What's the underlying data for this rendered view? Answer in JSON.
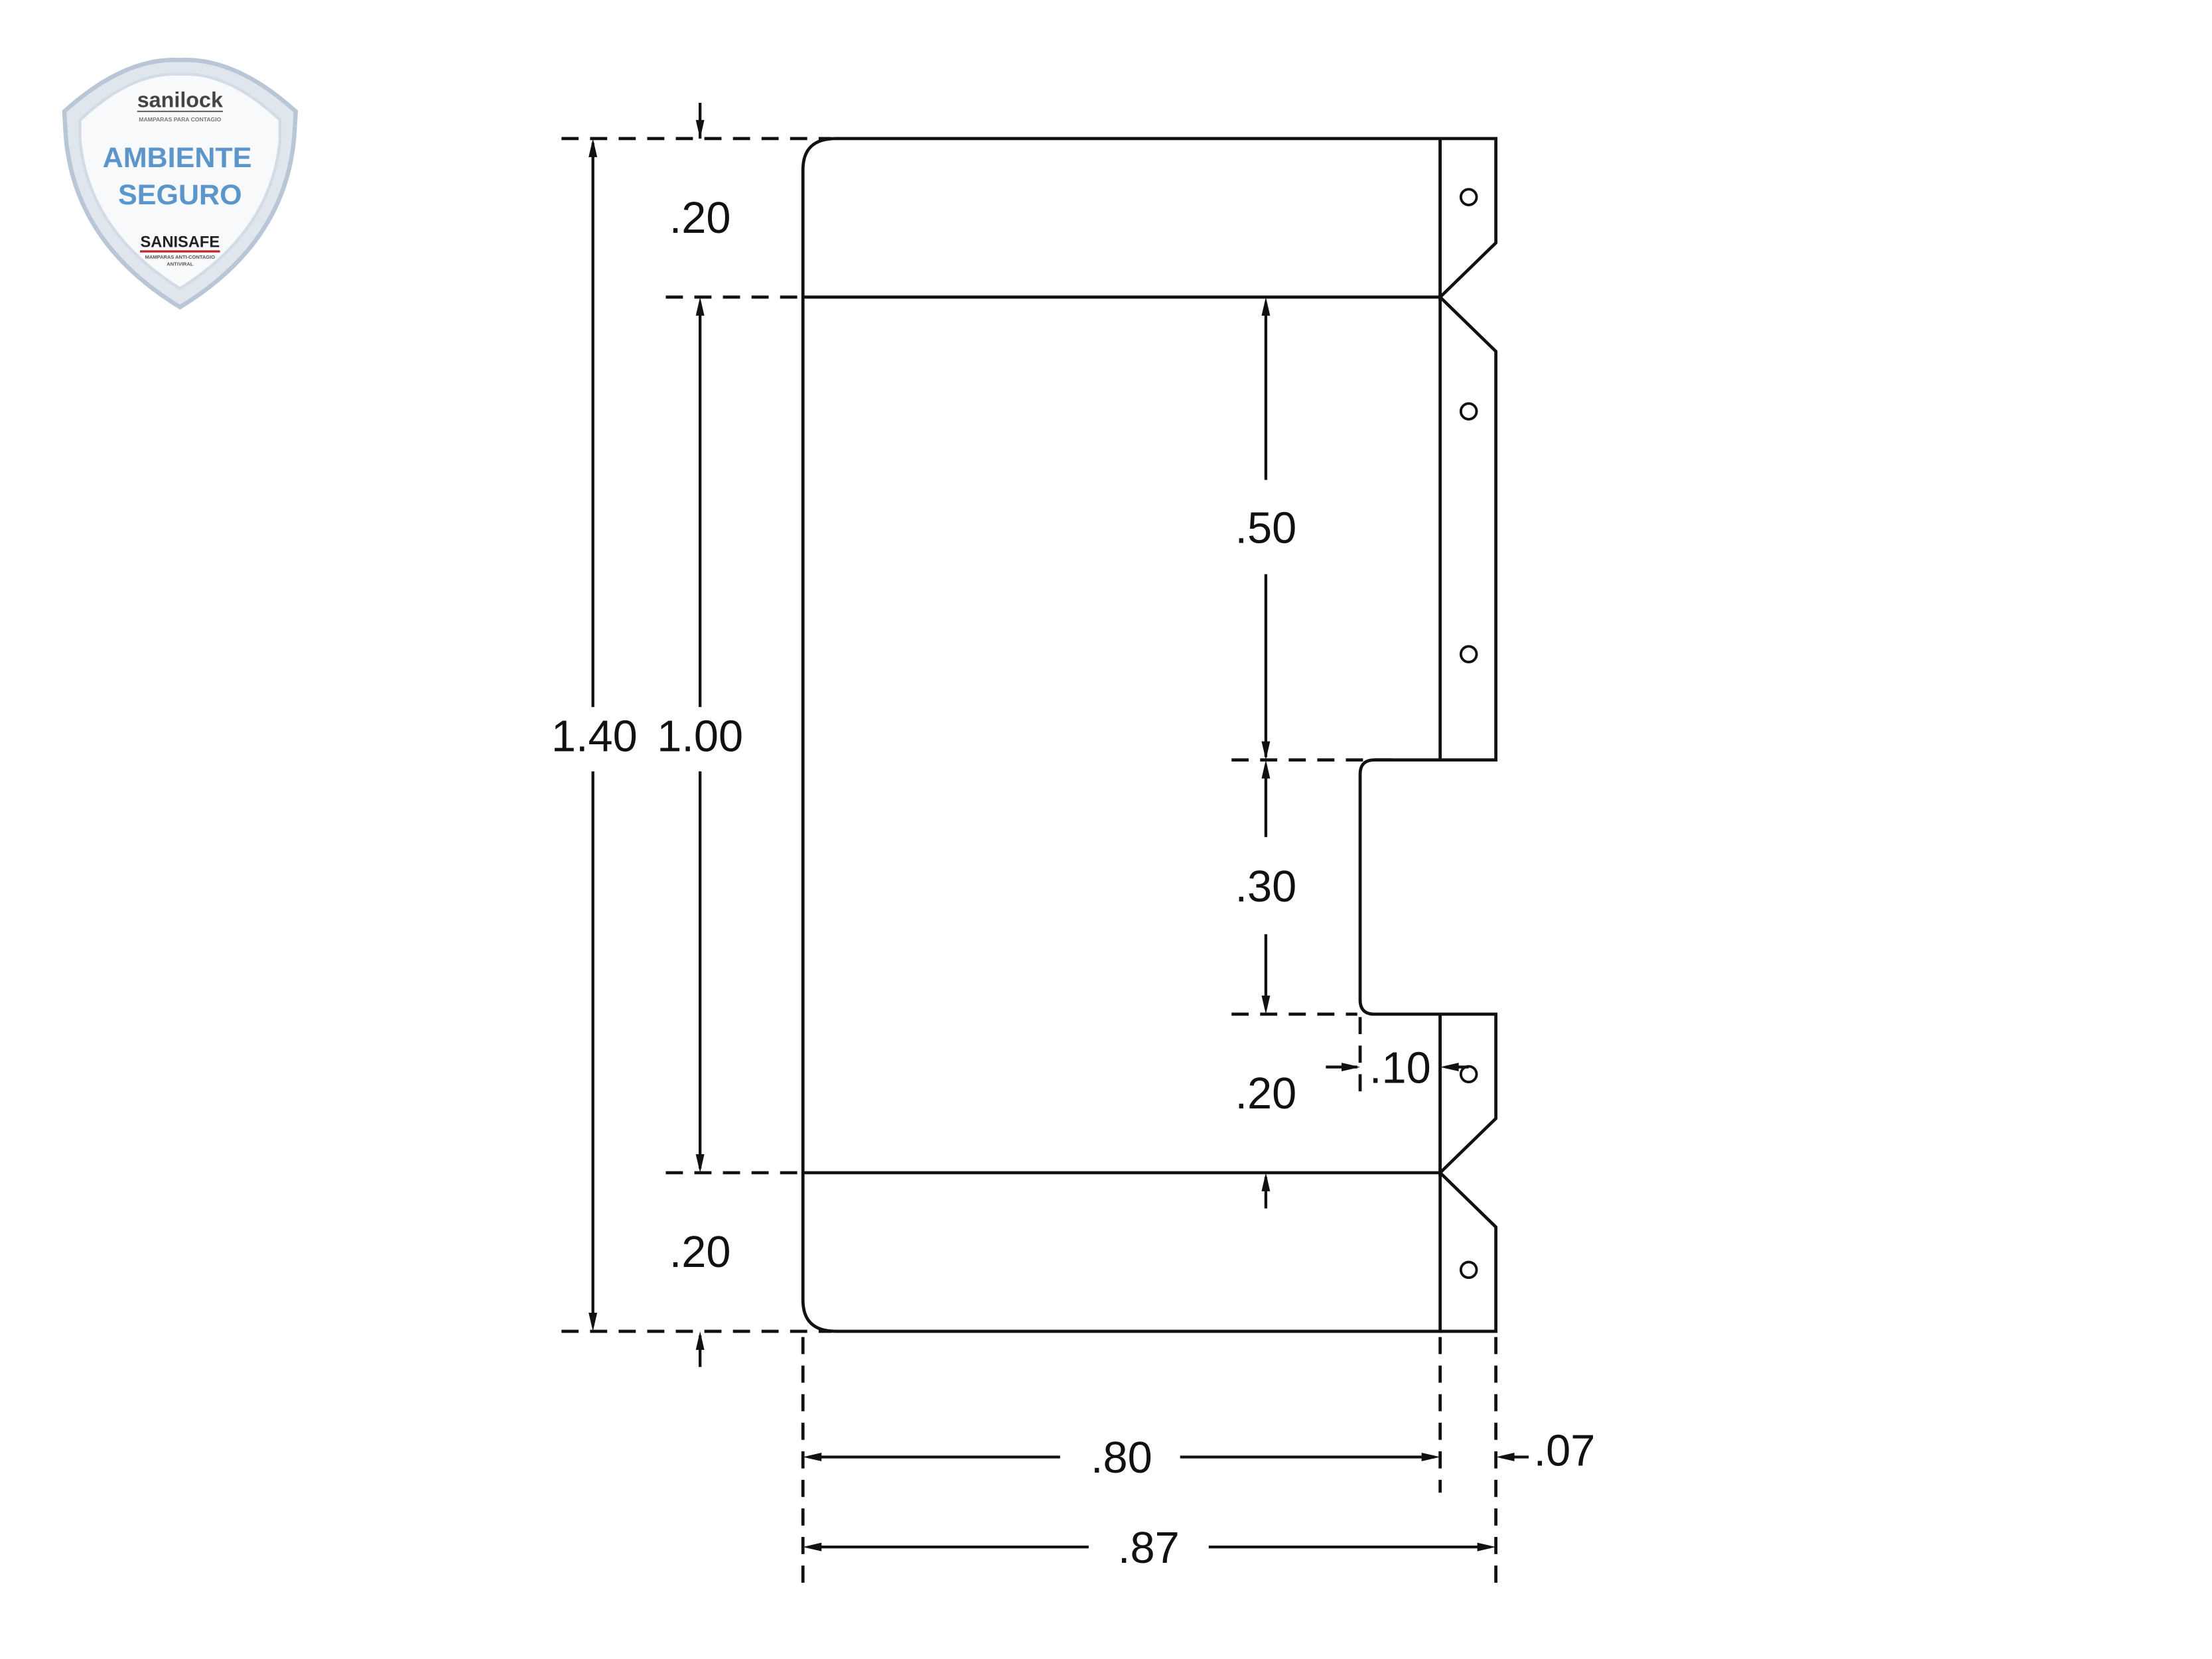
{
  "badge": {
    "brand": "sanilock",
    "brand_tagline": "MAMPARAS PARA CONTAGIO",
    "title_line1": "AMBIENTE",
    "title_line2": "SEGURO",
    "sub_brand": "SANISAFE",
    "sub_tagline1": "MAMPARAS ANTI-CONTAGIO",
    "sub_tagline2": "ANTIVIRAL",
    "colors": {
      "title": "#5b95c9",
      "brand": "#444444",
      "accent_red": "#c0272d",
      "shield": "#dfe6ee"
    }
  },
  "drawing": {
    "line_color": "#111111",
    "dimensions": {
      "top_panel_height": ".20",
      "bottom_panel_height": ".20",
      "overall_height": "1.40",
      "inner_height": "1.00",
      "upper_hinge_segment": ".50",
      "cutout_height": ".30",
      "lower_hinge_segment": ".20",
      "cutout_depth": ".10",
      "panel_width": ".80",
      "hinge_width": ".07",
      "overall_width": ".87"
    }
  }
}
